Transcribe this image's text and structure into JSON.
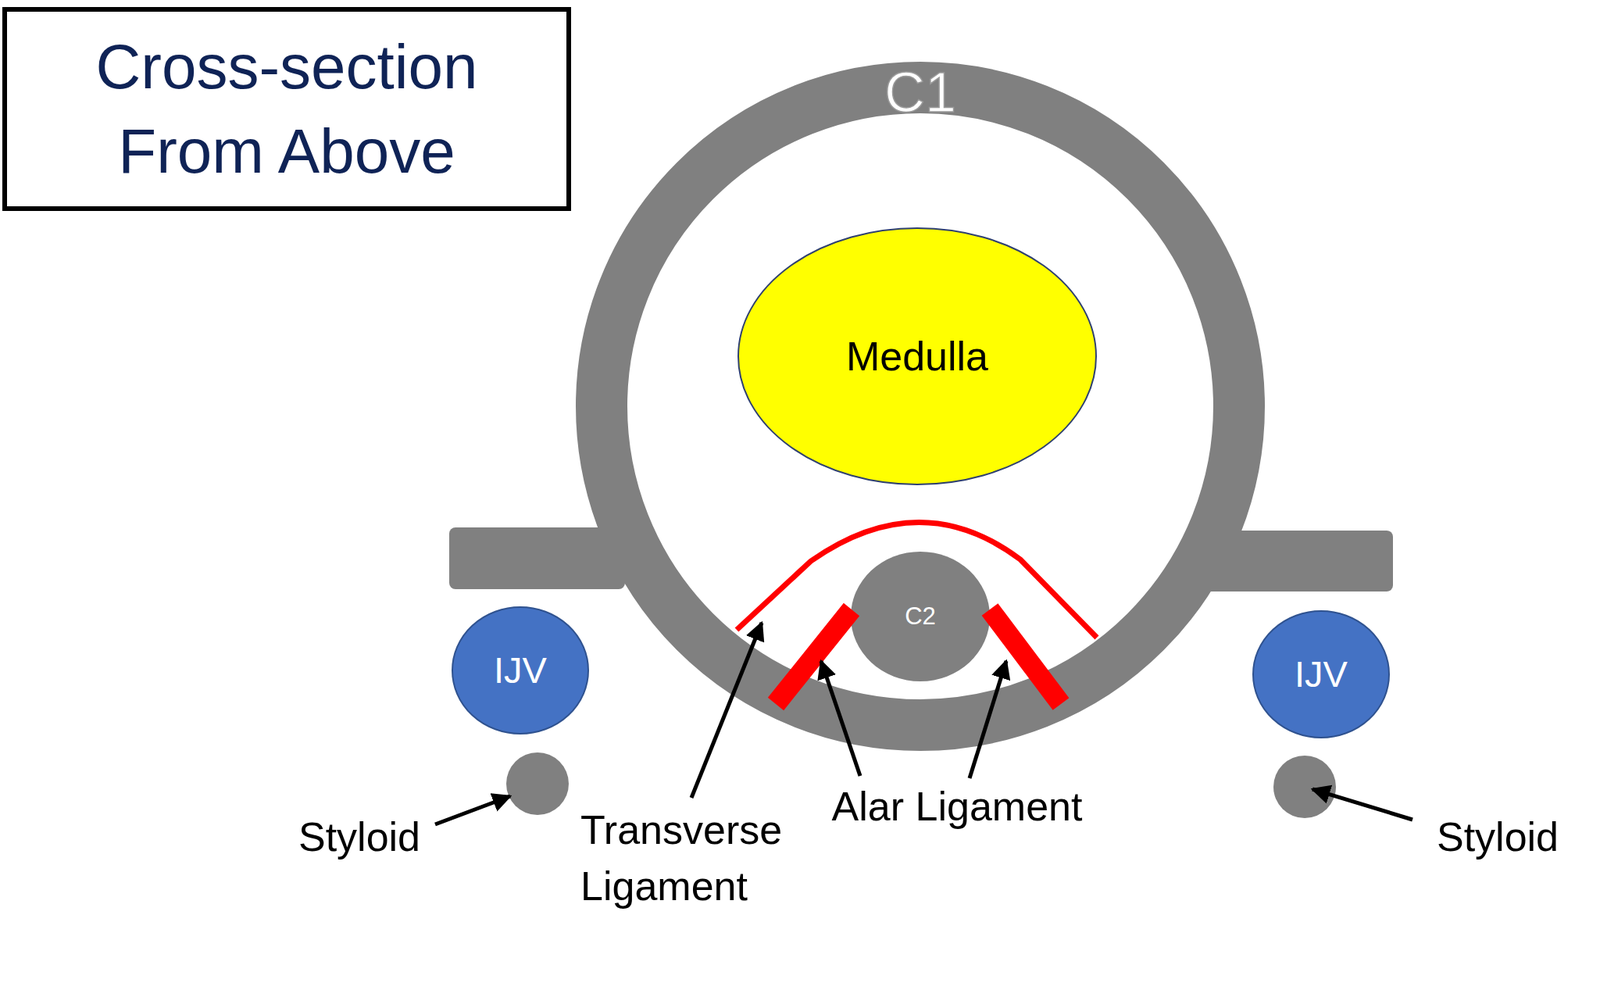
{
  "diagram": {
    "title": "Cross-section From Above",
    "nodes": [
      {
        "text": [
          "C1"
        ]
      },
      {
        "text": [
          "Medulla"
        ],
        "in": 0
      },
      {
        "text": [
          "C2"
        ],
        "in": 0
      },
      {
        "text": [
          "IJV"
        ]
      },
      {
        "text": [
          "IJV"
        ]
      }
    ],
    "labels": [
      "Styloid",
      "Transverse Ligament",
      "Alar Ligament",
      "Styloid"
    ]
  }
}
